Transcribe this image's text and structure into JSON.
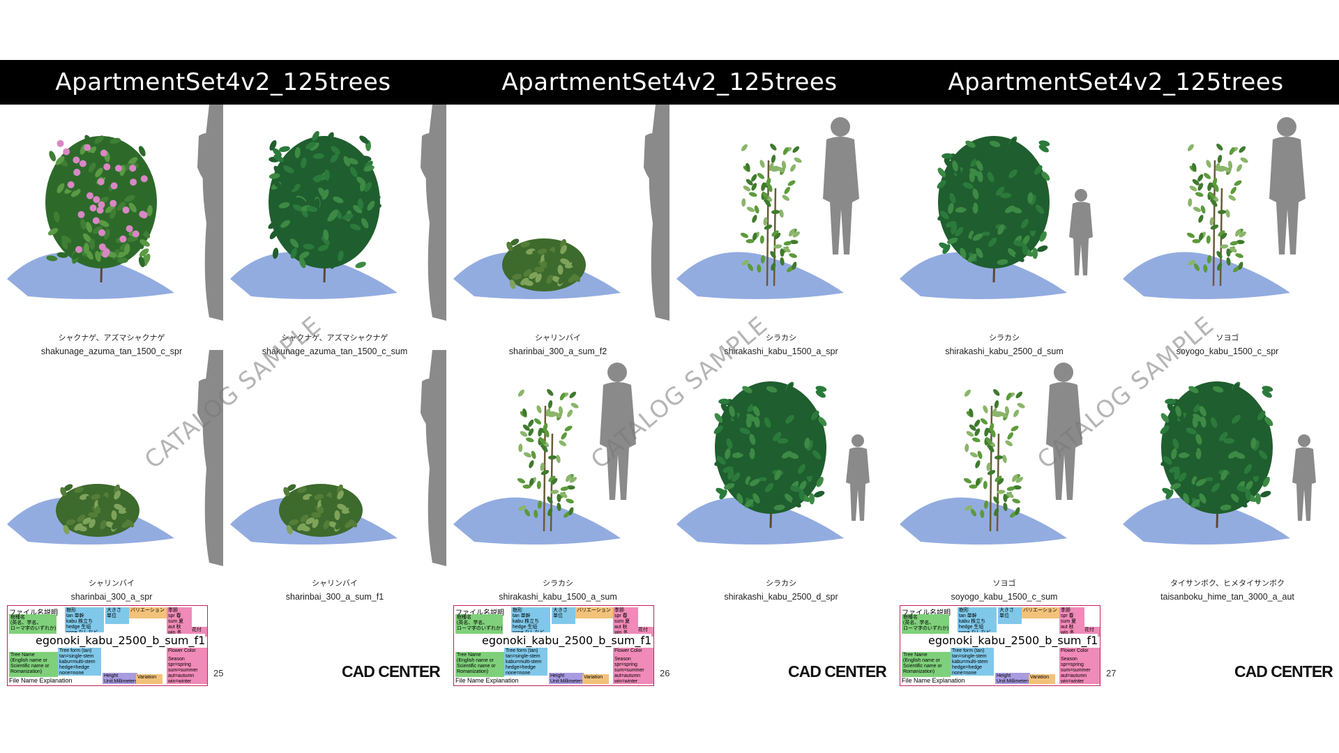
{
  "pages": [
    {
      "title": "ApartmentSet4v2_125trees",
      "page_number": "25",
      "brand": "CAD CENTER",
      "watermark": "CATALOG SAMPLE",
      "items": [
        {
          "ja": "シャクナゲ、アズマシャクナゲ",
          "en": "shakunage_azuma_tan_1500_c_spr"
        },
        {
          "ja": "シャクナゲ、アズマシャクナゲ",
          "en": "shakunage_azuma_tan_1500_c_sum"
        },
        {
          "ja": "シャリンバイ",
          "en": "sharinbai_300_a_spr"
        },
        {
          "ja": "シャリンバイ",
          "en": "sharinbai_300_a_sum_f1"
        }
      ]
    },
    {
      "title": "ApartmentSet4v2_125trees",
      "page_number": "26",
      "brand": "CAD CENTER",
      "watermark": "CATALOG SAMPLE",
      "items": [
        {
          "ja": "シャリンバイ",
          "en": "sharinbai_300_a_sum_f2"
        },
        {
          "ja": "シラカシ",
          "en": "shirakashi_kabu_1500_a_spr"
        },
        {
          "ja": "シラカシ",
          "en": "shirakashi_kabu_1500_a_sum"
        },
        {
          "ja": "シラカシ",
          "en": "shirakashi_kabu_2500_d_spr"
        }
      ]
    },
    {
      "title": "ApartmentSet4v2_125trees",
      "page_number": "27",
      "brand": "CAD CENTER",
      "watermark": "CATALOG SAMPLE",
      "items": [
        {
          "ja": "シラカシ",
          "en": "shirakashi_kabu_2500_d_sum"
        },
        {
          "ja": "ソヨゴ",
          "en": "soyogo_kabu_1500_c_spr"
        },
        {
          "ja": "ソヨゴ",
          "en": "soyogo_kabu_1500_c_sum"
        },
        {
          "ja": "タイサンボク、ヒメタイサンボク",
          "en": "taisanboku_hime_tan_3000_a_aut"
        }
      ]
    }
  ],
  "legend": {
    "header": "ファイル名説明",
    "example": "egonoki_kabu_2500_b_sum_f1",
    "footer": "File Name Explanation",
    "blocks": {
      "name_ja": "樹種名\n(英名、学名、\nローマ字のいずれか)",
      "form_ja": "樹形\ntan 単幹\nkabu 株立ち\nhedge 生垣\nnone なしなど",
      "size_ja": "大きさ\n単位",
      "variation_ja": "バリエーション",
      "season_ja": "季節\nspr 春\nsum 夏\naut 秋\nwin 冬",
      "flower_ja": "花付",
      "tree_name_en": "Tree Name\n(English name or\nScientific name or\nRomanization)",
      "tree_form_en": "Tree form (tan)\ntan=single-stem\nkabu=multi-stem\nhedge=hedge\nnone=none",
      "height_en": "Height\nUnit:Millimeters",
      "variation_en": "Variation",
      "flower_color_en": "Flower Color",
      "season_en": "Season\nspr=spring\nsum=summer\naut=autumn\nwin=winter"
    }
  },
  "colors": {
    "header_bg": "#000000",
    "green_block": "#7fd07a",
    "blue_block": "#7fc8ea",
    "pink_block": "#f08ab8",
    "orange_block": "#f3c27a",
    "purple_block": "#a99be0"
  }
}
